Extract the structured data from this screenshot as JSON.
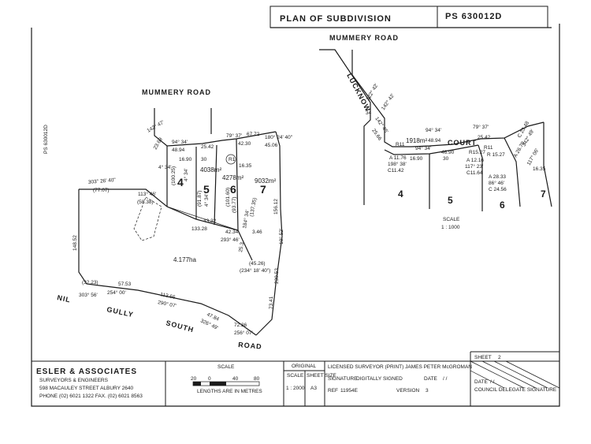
{
  "header": {
    "plan_title": "PLAN OF SUBDIVISION",
    "plan_number": "PS 630012D"
  },
  "left_plan": {
    "road_north": "MUMMERY ROAD",
    "road_south_words": [
      "NIL",
      "GULLY",
      "SOUTH",
      "ROAD"
    ],
    "lots": [
      "4",
      "5",
      "6",
      "7"
    ],
    "areas": [
      "4038m²",
      "4278m²",
      "9032m²",
      "4.177ha"
    ],
    "dims": [
      "142° 47'",
      "94° 34'",
      "79° 37'",
      "67.72",
      "180° 24' 40\"",
      "48.94",
      "25.42",
      "42.30",
      "45.06",
      "23.69",
      "16.90",
      "30",
      "16.35",
      "4° 34'",
      "(100.25)",
      "4° 34'",
      "(91.87)",
      "(101.60)",
      "184° 34'",
      "(137.35)",
      "4° 34'",
      "(93.77)",
      "303° 26' 40\"",
      "(77.07)",
      "113° 46'",
      "(58.38)",
      "43.32",
      "133.28",
      "42.34",
      "293° 46'",
      "156.12",
      "10° 52'",
      "25.3",
      "3.46",
      "(45.26)",
      "(234° 18' 40\")",
      "239.53",
      "73.41",
      "148.52",
      "(32.23)",
      "57.53",
      "303° 56'",
      "254° 00'",
      "113.66",
      "290° 07'",
      "47.84",
      "326° 49'",
      "72.36",
      "256° 07'"
    ]
  },
  "right_plan": {
    "road_north": "MUMMERY ROAD",
    "road_lucknow": "LUCKNOW",
    "road_court": "COURT",
    "lots": [
      "4",
      "5",
      "6",
      "7"
    ],
    "dims": [
      "322° 42'",
      "34",
      "25.66",
      "142° 45'",
      "142° 42'",
      "94° 34'",
      "79° 37'",
      "1918m²",
      "48.94",
      "25.42",
      "94° 34'",
      "46.90",
      "16.90",
      "30",
      "A 11.76",
      "R15.27",
      "A 12.16",
      "117° 23'",
      "C11.64",
      "A 28.33",
      "86° 46'",
      "C 24.56",
      "R 15.27",
      "C 23.48",
      "342° 49'",
      "A 26.79",
      "117° 06'",
      "16.35",
      "198° 38'",
      "C11.42",
      "R11",
      "R11"
    ],
    "scale_label": "SCALE",
    "scale_value": "1 : 1000"
  },
  "title_block": {
    "firm_name": "ESLER & ASSOCIATES",
    "firm_sub": "SURVEYORS & ENGINEERS",
    "firm_address": "598 MACAULEY STREET  ALBURY  2640",
    "firm_phone": "PHONE  (02) 6021 1322      FAX. (02) 6021 8563",
    "scale_heading": "SCALE",
    "scale_ticks": [
      "20",
      "0",
      "40",
      "80"
    ],
    "scale_units": "LENGTHS ARE IN METRES",
    "original_heading": "ORIGINAL",
    "original_scale_label": "SCALE",
    "original_scale_value": "1 : 2000",
    "sheet_size_label": "SHEET SIZE",
    "sheet_size_value": "A3",
    "surveyor_line": "LICENSED SURVEYOR (PRINT)  JAMES PETER McGROMAN",
    "signature_label": "SIGNATURE",
    "signature_value": "DIGITALLY SIGNED",
    "date_label": "DATE",
    "date_value": "/   /",
    "ref_label": "REF",
    "ref_value": "11954E",
    "version_label": "VERSION",
    "version_value": "3",
    "sheet_label": "SHEET",
    "sheet_value": "2",
    "date2_label": "DATE",
    "date2_value": "/   /",
    "council_label": "COUNCIL DELEGATE SIGNATURE"
  },
  "margin_note": "PS 630012D"
}
